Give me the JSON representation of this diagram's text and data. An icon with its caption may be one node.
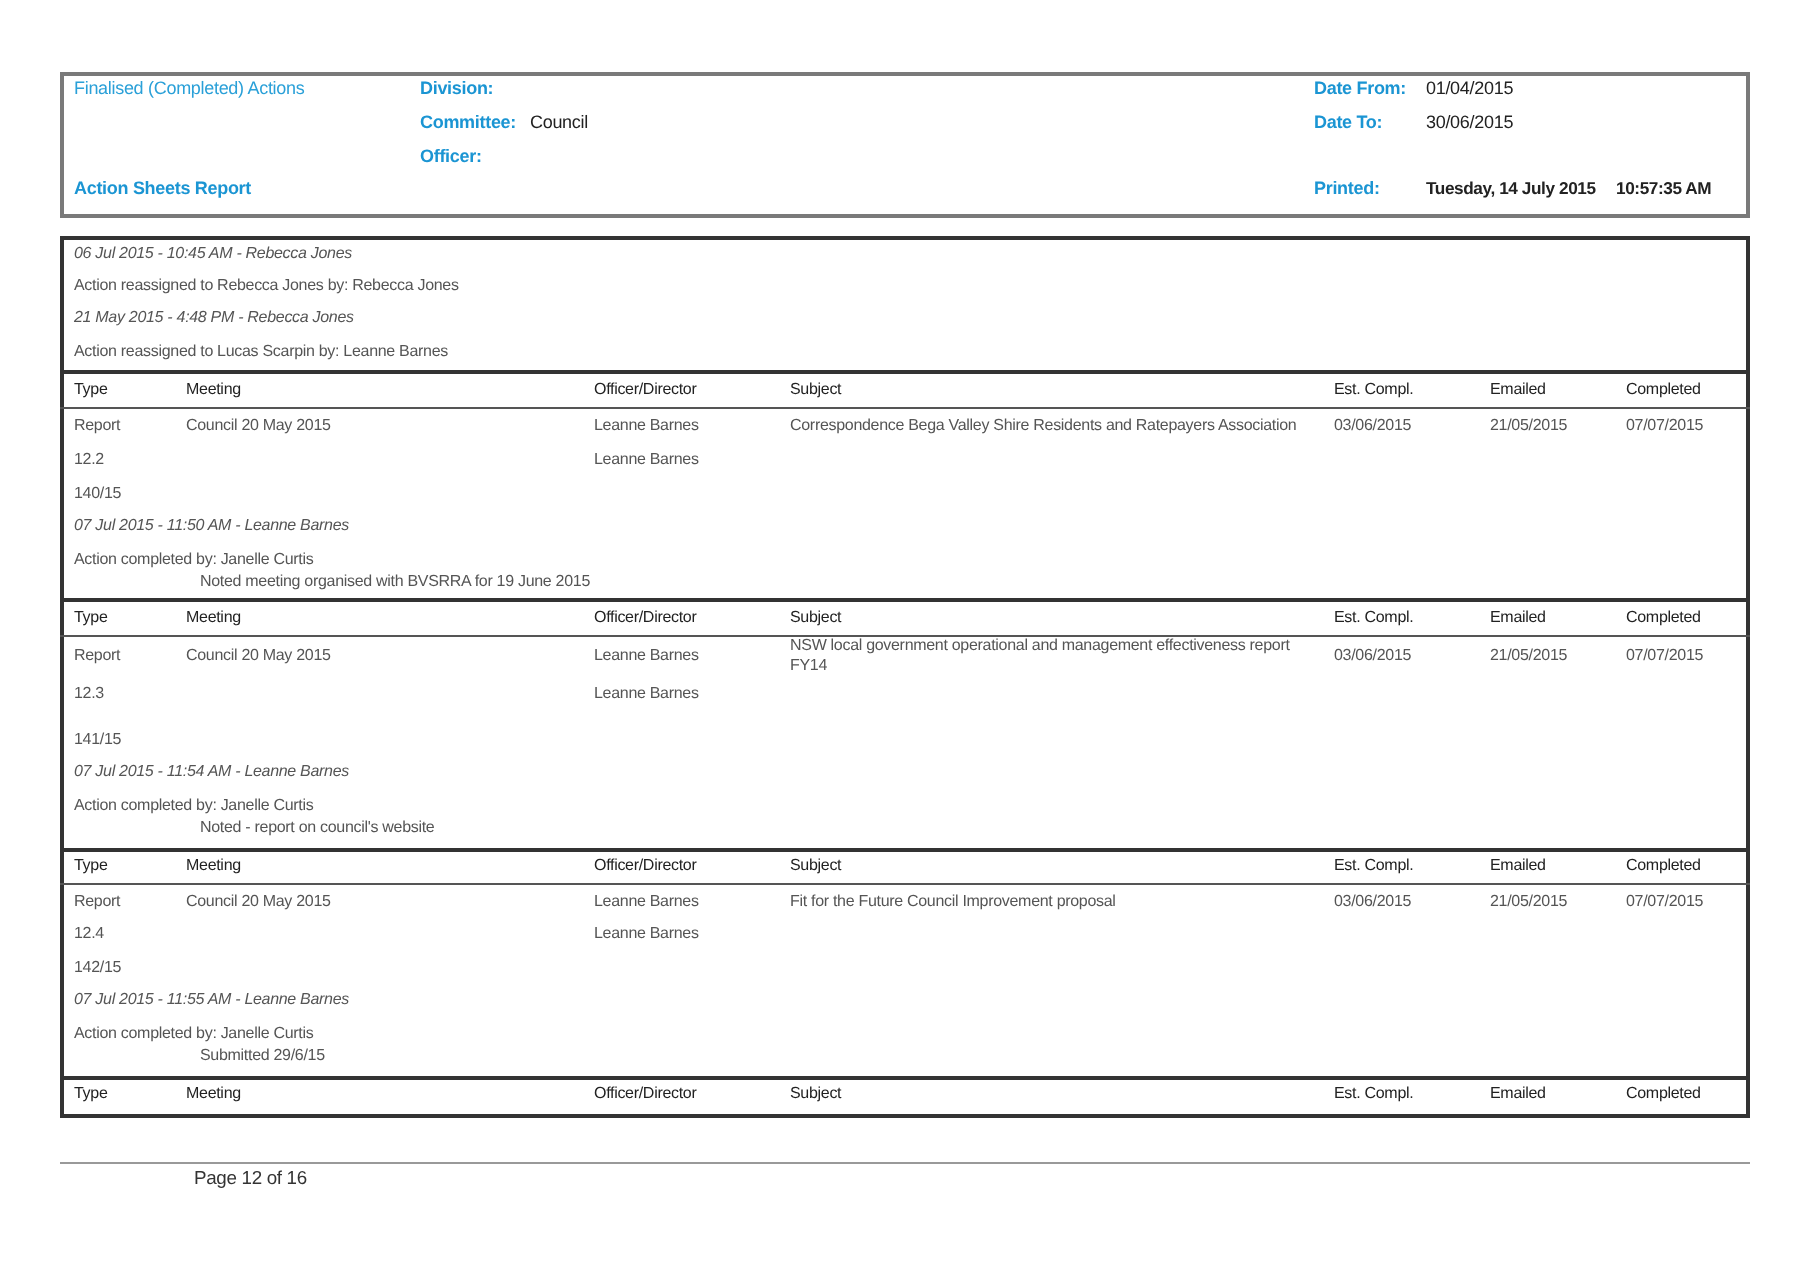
{
  "diagram": {
    "nodes": [
      {
        "text": [
          "Finalised (Completed) Actions",
          "Division:",
          "Date From:",
          "01/04/2015",
          "Committee:",
          "Council",
          "Date To:",
          "30/06/2015",
          "Officer:",
          "Action Sheets Report",
          "Printed:",
          "Tuesday, 14 July 2015",
          "10:57:35 AM"
        ]
      },
      {
        "text": [
          "06 Jul 2015 - 10:45 AM - Rebecca Jones",
          "Action reassigned to Rebecca Jones by: Rebecca Jones",
          "21 May 2015 - 4:48 PM - Rebecca Jones",
          "Action reassigned to Lucas Scarpin by: Leanne Barnes",
          "Type",
          "Meeting",
          "Officer/Director",
          "Subject",
          "Est. Compl.",
          "Emailed",
          "Completed",
          "Report",
          "Council 20 May 2015",
          "Leanne Barnes",
          "Correspondence Bega Valley Shire Residents and Ratepayers Association",
          "03/06/2015",
          "21/05/2015",
          "07/07/2015",
          "12.2",
          "Leanne Barnes",
          "140/15",
          "07 Jul 2015 - 11:50 AM - Leanne Barnes",
          "Action completed by: Janelle Curtis",
          "Noted meeting organised with BVSRRA for 19 June 2015",
          "Type",
          "Meeting",
          "Officer/Director",
          "Subject",
          "Est. Compl.",
          "Emailed",
          "Completed",
          "Report",
          "Council 20 May 2015",
          "Leanne Barnes",
          "NSW local government operational and management effectiveness report FY14",
          "03/06/2015",
          "21/05/2015",
          "07/07/2015",
          "12.3",
          "Leanne Barnes",
          "141/15",
          "07 Jul 2015 - 11:54 AM - Leanne Barnes",
          "Action completed by: Janelle Curtis",
          "Noted - report on council's website",
          "Type",
          "Meeting",
          "Officer/Director",
          "Subject",
          "Est. Compl.",
          "Emailed",
          "Completed",
          "Report",
          "Council 20 May 2015",
          "Leanne Barnes",
          "Fit for the Future Council Improvement proposal",
          "03/06/2015",
          "21/05/2015",
          "07/07/2015",
          "12.4",
          "Leanne Barnes",
          "142/15",
          "07 Jul 2015 - 11:55 AM - Leanne Barnes",
          "Action completed by: Janelle Curtis",
          "Submitted 29/6/15",
          "Type",
          "Meeting",
          "Officer/Director",
          "Subject",
          "Est. Compl.",
          "Emailed",
          "Completed"
        ]
      }
    ],
    "labels": [
      "Page 12 of 16"
    ]
  }
}
